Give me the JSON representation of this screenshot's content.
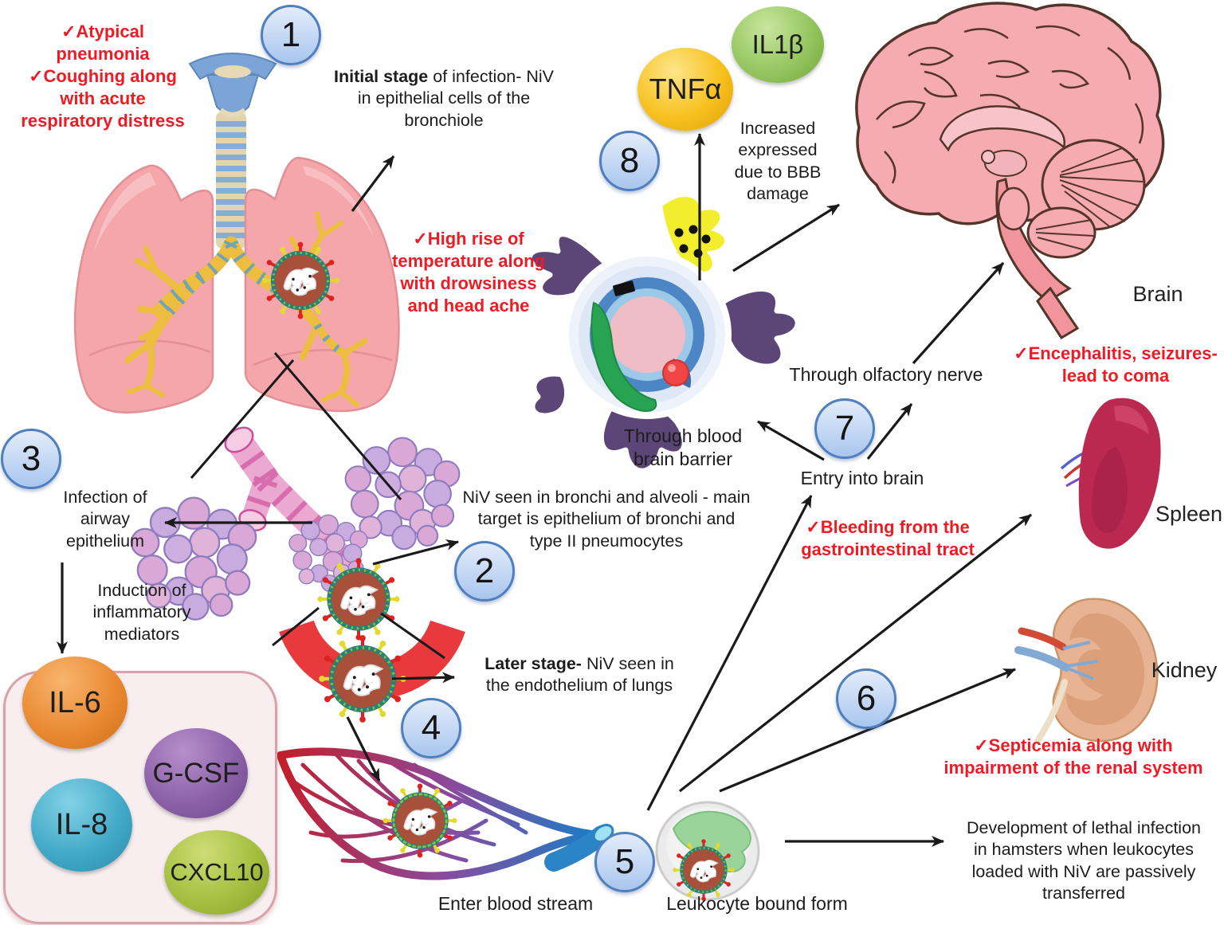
{
  "markers": [
    "1",
    "2",
    "3",
    "4",
    "5",
    "6",
    "7",
    "8"
  ],
  "cytokines": {
    "tnfa": "TNFα",
    "il1b": "IL1β",
    "il6": "IL-6",
    "gcsf": "G-CSF",
    "il8": "IL-8",
    "cxcl10": "CXCL10"
  },
  "organ_labels": {
    "brain": "Brain",
    "spleen": "Spleen",
    "kidney": "Kidney"
  },
  "annotations": {
    "respiratory_symptoms": "✓Atypical\npneumonia\n✓Coughing along\nwith acute\nrespiratory distress",
    "initial_stage_bold": "Initial stage",
    "initial_stage_rest": " of infection- NiV\nin epithelial cells of the\nbronchiole",
    "high_temperature": "✓High rise of\ntemperature along\nwith drowsiness\nand head ache",
    "increased_expressed": "Increased\nexpressed\ndue to BBB\ndamage",
    "encephalitis": "✓Encephalitis, seizures-\nlead to coma",
    "through_olfactory": "Through olfactory nerve",
    "through_bbb": "Through blood\nbrain barrier",
    "entry_into_brain": "Entry into brain",
    "niv_bronchi": "NiV seen in bronchi and alveoli -  main\ntarget is epithelium of bronchi and\ntype II pneumocytes",
    "bleeding_gi": "✓Bleeding from the\ngastrointestinal tract",
    "infection_airway": "Infection of\nairway\nepithelium",
    "induction_mediators": "Induction of\ninflammatory\nmediators",
    "later_stage_bold": "Later stage-",
    "later_stage_rest": " NiV seen in\nthe endothelium of lungs",
    "septicemia": "✓Septicemia along with\nimpairment of the renal system",
    "enter_blood_stream": "Enter blood stream",
    "leukocyte_bound": "Leukocyte bound form",
    "lethal_infection": "Development of lethal infection\nin hamsters when leukocytes\nloaded with NiV are passively\ntransferred"
  },
  "colors": {
    "red_annotation": "#ed1c24",
    "black_text": "#1c1c1c",
    "stage_marker_fill": "#c9dbf5",
    "stage_marker_border": "#4f7fbe",
    "tnfa_bubble": "#f7c220",
    "il1b_bubble": "#93c45e",
    "il6_bubble": "#ea8a33",
    "gcsf_bubble": "#8a5fa6",
    "il8_bubble": "#41a8c6",
    "cxcl10_bubble": "#a4bd3e",
    "cytokine_box_bg": "#f8eef0",
    "lung_pink": "#f4a6aa",
    "bronchial_yellow": "#ecbd3e",
    "endothelium_red": "#e8393d",
    "astrocyte_purple": "#5c4677",
    "brain_pink": "#f6aab1",
    "spleen_maroon": "#bb2950",
    "kidney_tan": "#e7b392"
  }
}
